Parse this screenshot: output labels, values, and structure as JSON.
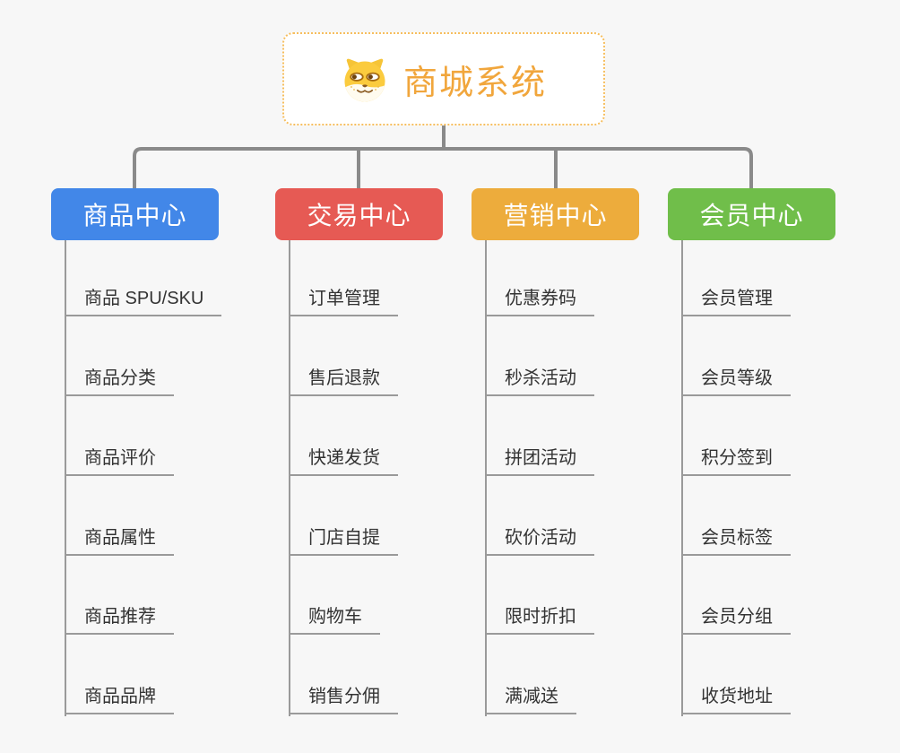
{
  "root": {
    "title": "商城系统",
    "icon": "dog-face-icon",
    "title_color": "#f1a63c",
    "border_color": "#f6be5e"
  },
  "connector_color": "#8a8a8a",
  "leaf_line_color": "#9a9a9a",
  "branches": [
    {
      "label": "商品中心",
      "color": "#4287e8",
      "items": [
        "商品 SPU/SKU",
        "商品分类",
        "商品评价",
        "商品属性",
        "商品推荐",
        "商品品牌"
      ]
    },
    {
      "label": "交易中心",
      "color": "#e65a54",
      "items": [
        "订单管理",
        "售后退款",
        "快递发货",
        "门店自提",
        "购物车",
        "销售分佣"
      ]
    },
    {
      "label": "营销中心",
      "color": "#edac3c",
      "items": [
        "优惠券码",
        "秒杀活动",
        "拼团活动",
        "砍价活动",
        "限时折扣",
        "满减送"
      ]
    },
    {
      "label": "会员中心",
      "color": "#70be4a",
      "items": [
        "会员管理",
        "会员等级",
        "积分签到",
        "会员标签",
        "会员分组",
        "收货地址"
      ]
    }
  ]
}
